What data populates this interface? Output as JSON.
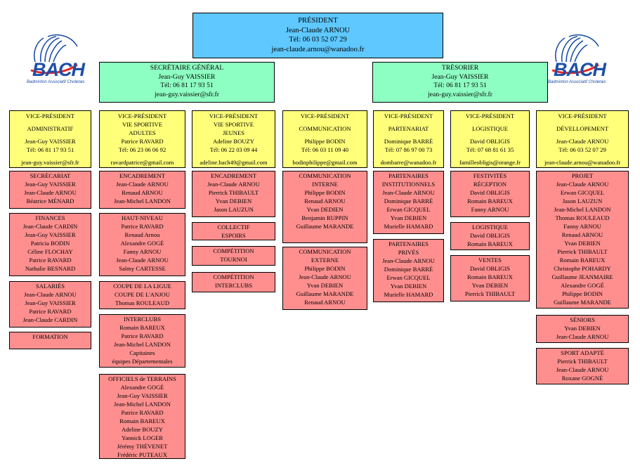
{
  "president": {
    "lines": [
      "PRÉSIDENT",
      "Jean-Claude ARNOU",
      "Tél: 06 03 52 07 29",
      "jean-claude.arnou@wanadoo.fr"
    ]
  },
  "secretaire": {
    "lines": [
      "SECRÉTAIRE GÉNÉRAL",
      "Jean-Guy VAISSIER",
      "Tél: 06 81 17 93 51",
      "jean-guy.vaissier@sfr.fr"
    ]
  },
  "tresorier": {
    "lines": [
      "TRÉSORIER",
      "Jean-Guy VAISSIER",
      "Tél: 06 81 17 93 51",
      "jean-guy.vaissier@sfr.fr"
    ]
  },
  "logo": {
    "text": "BACH",
    "subtitle": "Badminton Associatif Choletais",
    "brand_color": "#1d4fa8",
    "accent_color": "#e8261f"
  },
  "colors": {
    "president": "#5ec8ff",
    "bureau": "#8effc2",
    "vice": "#ffff7a",
    "commission": "#ff8f8f"
  },
  "vice_presidents": [
    {
      "lines": [
        "VICE-PRÉSIDENT",
        "",
        "ADMINISTRATIF",
        "",
        "Jean-Guy VAISSIER",
        "Tél: 06 81 17 93 51",
        "",
        "jean-guy.vaissier@sfr.fr"
      ]
    },
    {
      "lines": [
        "VICE-PRÉSIDENT",
        "VIE SPORTIVE",
        "ADULTES",
        "Patrice RAVARD",
        "Tél: 06 23 06 06 92",
        "",
        "ravardpatrice@gmail.com"
      ]
    },
    {
      "lines": [
        "VICE-PRÉSIDENT",
        "VIE SPORTIVE",
        "JEUNES",
        "Adeline BOUZY",
        "Tél: 06 22 03 09 44",
        "",
        "adeline.bach49@gmail.com"
      ]
    },
    {
      "lines": [
        "VICE-PRÉSIDENT",
        "",
        "COMMUNICATION",
        "",
        "Philippe BODIN",
        "Tél: 06 03 11 09 40",
        "",
        "bodinphilippe@gmail.com"
      ]
    },
    {
      "lines": [
        "VICE-PRÉSIDENT",
        "",
        "PARTENARIAT",
        "",
        "Dominique BARRÉ",
        "Tél: 07 86 97 00 73",
        "",
        "dombarre@wanadoo.fr"
      ]
    },
    {
      "lines": [
        "VICE-PRÉSIDENT",
        "",
        "LOGISTIQUE",
        "",
        "David OBLIGIS",
        "Tél: 07 68 81 61 35",
        "",
        "familleobligis@orange.fr"
      ]
    },
    {
      "lines": [
        "VICE-PRÉSIDENT",
        "",
        "DÉVELLOPEMENT",
        "",
        "Jean-Claude ARNOU",
        "Tél: 06 03 52 07 29",
        "",
        "jean-claude.arnou@wanadoo.fr"
      ]
    }
  ],
  "commissions": [
    {
      "lines": [
        "SECRÉCARIAT",
        "Jean-Guy VAISSIER",
        "Jean-Claude ARNOU",
        "Béatrice MÉNARD"
      ]
    },
    {
      "lines": [
        "FINANCES",
        "Jean-Claude CARDIN",
        "Jean-Guy VAISSIER",
        "Patricia BODIN",
        "Céline FLOCHAY",
        "Patrice RAVARD",
        "Nathalie BESNARD"
      ]
    },
    {
      "lines": [
        "SALARIÉS",
        "Jean-Claude ARNOU",
        "Jean-Guy VAISSIER",
        "Patrice RAVARD",
        "Jean-Claude CARDIN"
      ]
    },
    {
      "lines": [
        "FORMATION"
      ]
    },
    {
      "lines": [
        "ENCADREMENT",
        "Jean-Claude ARNOU",
        "Renaud ARNOU",
        "Jean-Michel LANDON"
      ]
    },
    {
      "lines": [
        "HAUT-NIVEAU",
        "Patrice RAVARD",
        "Renaud Arnou",
        "Alexandre GOGÉ",
        "Fanny ARNOU",
        "Jean-Claude ARNOU",
        "Saïmy CARTESSE"
      ]
    },
    {
      "lines": [
        "COUPE DE LA LIGUE",
        "COUPE DE L'ANJOU",
        "Thomas ROULEAUD"
      ]
    },
    {
      "lines": [
        "INTERCLUBS",
        "Romain BAREUX",
        "Patrice RAVARD",
        "Jean-Michel LANDON",
        "Capitaines",
        "équipes Départementales"
      ]
    },
    {
      "lines": [
        "OFFICIELS de TERRAINS",
        "Alexandre GOGÉ",
        "Jean-Guy VAISSIER",
        "Jean-Michel LANDON",
        "Patrice RAVARD",
        "Romain BAREUX",
        "Adeline BOUZY",
        "Yannick LOGER",
        "Jérémy THÉVENET",
        "Frédéric PUTEAUX"
      ]
    },
    {
      "lines": [
        "ENCADREMENT",
        "Jean-Claude ARNOU",
        "Pierrick THIBAULT",
        "Yvan DEBIEN",
        "Jason LAUZUN"
      ]
    },
    {
      "lines": [
        "COLLECTIF",
        "ESPOIRS"
      ]
    },
    {
      "lines": [
        "COMPÉTITION",
        "TOURNOI"
      ]
    },
    {
      "lines": [
        "COMPÉTITION",
        "INTERCLUBS"
      ]
    },
    {
      "lines": [
        "COMMUNICATION",
        "INTERNE",
        "Philippe BODIN",
        "Renaud ARNOU",
        "Yvan DEDIEN",
        "Benjamin RUPPIN",
        "Guillaume MARANDE"
      ]
    },
    {
      "lines": [
        "COMMUNICATION",
        "EXTERNE",
        "Philippe BODIN",
        "Jean-Claude ARNOU",
        "Yvan DEBIEN",
        "Guillaume MARANDE",
        "Renaud ARNOU"
      ]
    },
    {
      "lines": [
        "PARTENAIRES",
        "INSTITUTIONNELS",
        "Jean-Claude ARNOU",
        "Dominique BARRÉ",
        "Erwan GICQUEL",
        "Yvan DEBIEN",
        "Murielle HAMARD"
      ]
    },
    {
      "lines": [
        "PARTENAIRES",
        "PRIVÉS",
        "Jean-Claude ARNOU",
        "Dominique BARRÉ",
        "Erwan GICQUEL",
        "Yvan DEBIEN",
        "Murielle HAMARD"
      ]
    },
    {
      "lines": [
        "FESTIVITÉS",
        "RÉCEPTION",
        "David OBLIGIS",
        "Romain BAREUX",
        "Fanny ARNOU"
      ]
    },
    {
      "lines": [
        "LOGISTIQUE",
        "David OBLIGIS",
        "Romain BAREUX"
      ]
    },
    {
      "lines": [
        "VENTES",
        "David OBLIGIS",
        "Romain BAREUX",
        "Yvan DEBIEN",
        "Pierrick THIBAULT"
      ]
    },
    {
      "lines": [
        "PROJET",
        "Jean-Claude ARNOU",
        "Erwan GICQUEL",
        "Jason LAUZUN",
        "Jean-Michel LANDON",
        "Thomas ROULEAUD",
        "Fanny ARNOU",
        "Renaud ARNOU",
        "Yvan DEBIEN",
        "Pierrick THIBAULT",
        "Romain BAREUX",
        "Christophe POHARDY",
        "Guillaume JEANMAIRE",
        "Alexandre GOGÉ",
        "Philippe BODIN",
        "Guillaume MARANDE"
      ]
    },
    {
      "lines": [
        "SÉNIORS",
        "Yvan DEBIEN",
        "Jean-Claude ARNOU"
      ]
    },
    {
      "lines": [
        "SPORT ADAPTÉ",
        "Pierrick THIBAULT",
        "Jean-Claude ARNOU",
        "Roxane GOGNÉ"
      ]
    }
  ]
}
